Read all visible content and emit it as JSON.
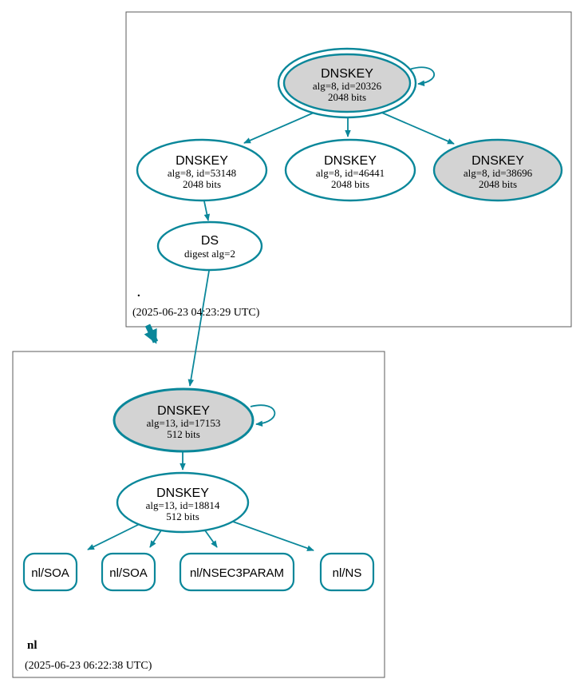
{
  "colors": {
    "accent": "#0a879a",
    "node_fill": "#d3d3d3",
    "box_border": "#5b5b5b",
    "text": "#000000",
    "background": "#ffffff"
  },
  "zones": [
    {
      "label": ".",
      "timestamp": "(2025-06-23 04:23:29 UTC)",
      "nodes": {
        "ksk": {
          "title": "DNSKEY",
          "line1": "alg=8, id=20326",
          "line2": "2048 bits"
        },
        "zsk": {
          "title": "DNSKEY",
          "line1": "alg=8, id=53148",
          "line2": "2048 bits"
        },
        "key_46441": {
          "title": "DNSKEY",
          "line1": "alg=8, id=46441",
          "line2": "2048 bits"
        },
        "key_38696": {
          "title": "DNSKEY",
          "line1": "alg=8, id=38696",
          "line2": "2048 bits"
        },
        "ds": {
          "title": "DS",
          "line1": "digest alg=2"
        }
      }
    },
    {
      "label": "nl",
      "timestamp": "(2025-06-23 06:22:38 UTC)",
      "nodes": {
        "ksk": {
          "title": "DNSKEY",
          "line1": "alg=13, id=17153",
          "line2": "512 bits"
        },
        "zsk": {
          "title": "DNSKEY",
          "line1": "alg=13, id=18814",
          "line2": "512 bits"
        },
        "rrsets": [
          {
            "label": "nl/SOA"
          },
          {
            "label": "nl/SOA"
          },
          {
            "label": "nl/NSEC3PARAM"
          },
          {
            "label": "nl/NS"
          }
        ]
      }
    }
  ]
}
